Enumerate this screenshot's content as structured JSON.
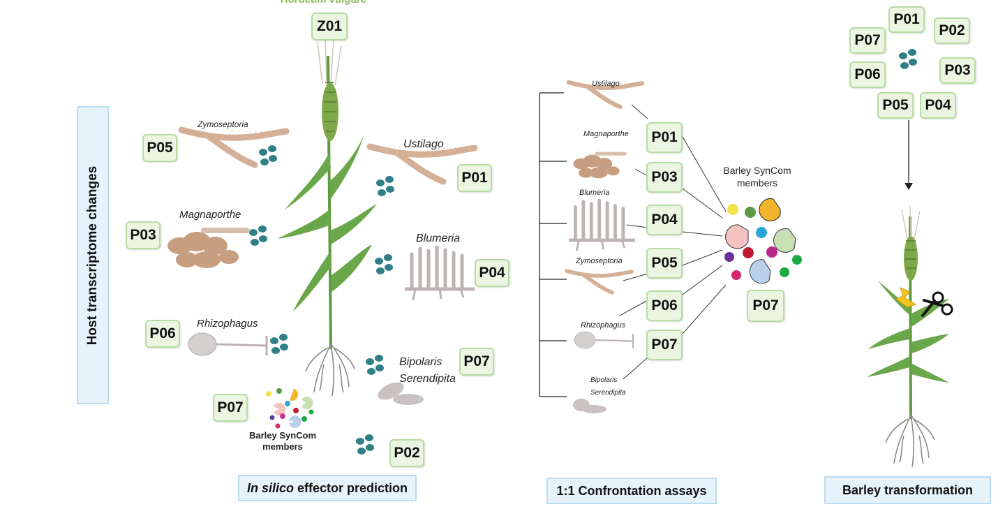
{
  "host_title": "Hordeum vulgare",
  "host_box": "Z01",
  "banner_vertical": "Host transcriptome changes",
  "captions": {
    "left": {
      "italic": "In silico",
      "rest": " effector prediction"
    },
    "middle": "1:1 Confrontation assays",
    "right": "Barley transformation"
  },
  "left_panel": {
    "boxes": {
      "zymoseptoria": "P05",
      "ustilago": "P01",
      "magnaporthe": "P03",
      "blumeria": "P04",
      "rhizophagus": "P06",
      "syncom": "P07",
      "bipolaris": "P07",
      "extra": "P02"
    },
    "labels": {
      "zymoseptoria": "Zymoseptoria",
      "ustilago": "Ustilago",
      "magnaporthe": "Magnaporthe",
      "blumeria": "Blumeria",
      "rhizophagus": "Rhizophagus",
      "bipolaris": "Bipolaris",
      "serendipita": "Serendipita"
    },
    "syncom_label_1": "Barley SynCom",
    "syncom_label_2": "members"
  },
  "middle_panel": {
    "labels": {
      "ustilago": "Ustilago",
      "magnaporthe": "Magnaporthe",
      "blumeria": "Blumeria",
      "zymoseptoria": "Zymoseptoria",
      "rhizophagus": "Rhizophagus",
      "bipolaris": "Bipolaris",
      "serendipita": "Serendipita"
    },
    "boxes": [
      "P01",
      "P03",
      "P04",
      "P05",
      "P06",
      "P07"
    ],
    "syncom_box": "P07",
    "syncom_label_1": "Barley SynCom",
    "syncom_label_2": "members"
  },
  "right_panel": {
    "boxes": {
      "p01": "P01",
      "p02": "P02",
      "p07": "P07",
      "p03": "P03",
      "p06": "P06",
      "p05": "P05",
      "p04": "P04"
    }
  },
  "colors": {
    "box_fill": "#eaf6e2",
    "box_border": "#b7dca2",
    "caption_fill": "#e6f3fb",
    "effector_dot": "#2f7f86",
    "fungus": "#d4b096",
    "blumeria": "#bdb3b3",
    "spore": "#cfcaca",
    "plant_green": "#5f9b3e",
    "title_green": "#8bbf5e"
  }
}
